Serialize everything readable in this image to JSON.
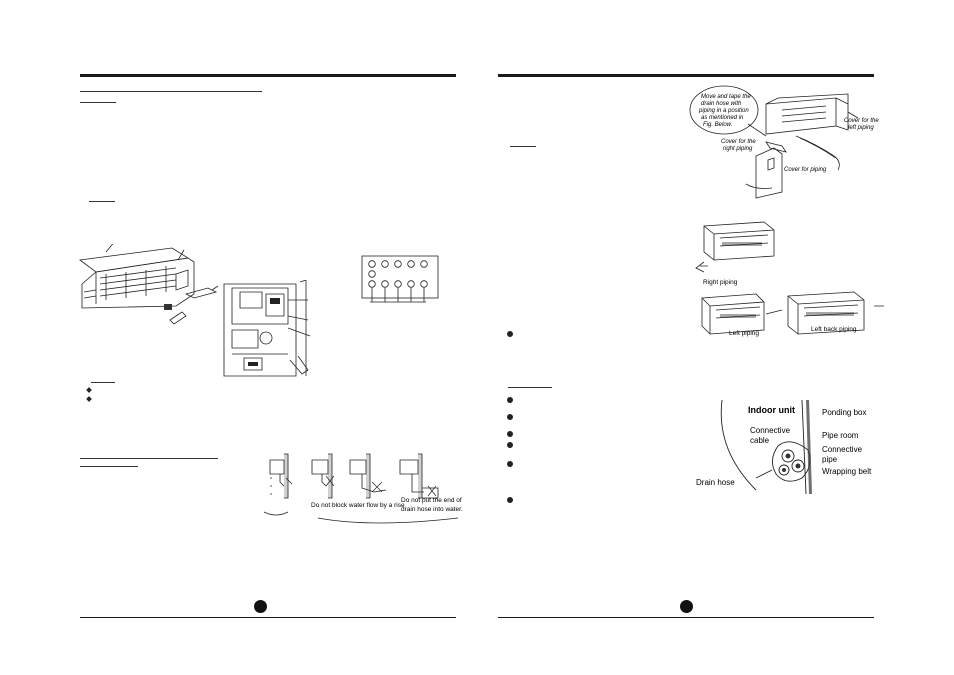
{
  "colors": {
    "ink": "#111111",
    "rule": "#1a1a1a",
    "background": "#ffffff"
  },
  "left_page": {
    "drain_caption_1": "Do not block water flow by a rise",
    "drain_caption_2_line1": "Do not put the end of",
    "drain_caption_2_line2": "drain hose into water."
  },
  "right_page": {
    "piping_callout": [
      "Move and tape the",
      "drain hose with",
      "piping in a position",
      "as mentioned in",
      "Fig. Below."
    ],
    "cover_left_piping": [
      "Cover for the",
      "left piping"
    ],
    "cover_right_piping": [
      "Cover for the",
      "right piping"
    ],
    "cover_for_piping": "Cover for piping",
    "right_piping": "Right piping",
    "left_piping": "Left piping",
    "left_back_piping": "Left back piping",
    "section": {
      "title": "Indoor unit",
      "ponding_box": "Ponding box",
      "connective_cable": [
        "Connective",
        "cable"
      ],
      "pipe_room": "Pipe room",
      "connective_pipe": [
        "Connective",
        "pipe"
      ],
      "wrapping_belt": "Wrapping belt",
      "drain_hose": "Drain hose"
    }
  }
}
